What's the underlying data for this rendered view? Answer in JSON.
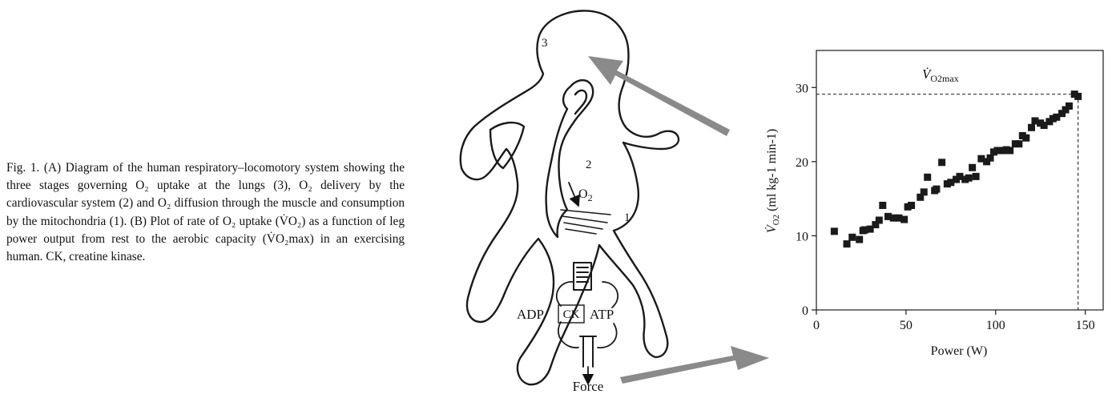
{
  "caption": {
    "text": "Fig. 1. (A) Diagram of the human respiratory–locomotory system showing the three stages governing O₂ uptake at the lungs (3), O₂ delivery by the cardiovascular system (2) and O₂ diffusion through the muscle and consumption by the mitochondria (1). (B) Plot of rate of O₂ uptake (V̇O₂) as a function of leg power output from rest to the aerobic capacity (V̇O₂max) in an exercising human. CK, creatine kinase."
  },
  "diagram": {
    "stage_lungs": "3",
    "stage_cardiovascular": "2",
    "stage_muscle": "1",
    "oxygen_label": "O2",
    "adp_label": "ADP",
    "ck_label": "CK",
    "atp_label": "ATP",
    "force_label": "Force"
  },
  "colors": {
    "arrow": "#8a8a8a",
    "ink": "#111111"
  },
  "chart_data": {
    "type": "scatter",
    "title": "",
    "annotation": "V̇O2max",
    "xlabel": "Power (W)",
    "ylabel": "V̇O2 (ml kg-1 min-1)",
    "xlim": [
      0,
      160
    ],
    "ylim": [
      0,
      35
    ],
    "xticks": [
      0,
      50,
      100,
      150
    ],
    "yticks": [
      0,
      10,
      20,
      30
    ],
    "grid": false,
    "reference_lines": [
      {
        "orientation": "horizontal",
        "value": 29.1,
        "style": "dashed"
      },
      {
        "orientation": "vertical",
        "value": 146,
        "style": "dashed"
      }
    ],
    "series": [
      {
        "x": [
          10,
          17,
          20,
          24,
          26,
          27,
          30,
          33,
          35,
          37,
          40,
          43,
          46,
          49,
          51,
          53,
          58,
          60,
          62,
          66,
          67,
          70,
          73,
          75,
          78,
          80,
          83,
          85,
          87,
          89,
          92,
          95,
          97,
          99,
          101,
          104,
          106,
          108,
          111,
          113,
          115,
          117,
          120,
          122,
          125,
          127,
          130,
          132,
          134,
          137,
          139,
          141,
          144,
          146
        ],
        "y": [
          10.6,
          8.9,
          9.8,
          9.5,
          10.7,
          10.8,
          10.9,
          11.5,
          12.1,
          14.1,
          12.6,
          12.4,
          12.4,
          12.2,
          13.9,
          14.1,
          15.2,
          15.9,
          17.9,
          16.1,
          16.3,
          19.9,
          17.0,
          17.2,
          17.6,
          18.0,
          17.6,
          17.8,
          19.2,
          18.0,
          20.4,
          20.0,
          20.5,
          21.3,
          21.5,
          21.5,
          21.6,
          21.5,
          22.4,
          22.4,
          23.5,
          23.2,
          24.6,
          25.5,
          25.2,
          24.9,
          25.4,
          25.8,
          26.0,
          26.5,
          27.0,
          27.5,
          29.1,
          28.8
        ]
      }
    ]
  }
}
